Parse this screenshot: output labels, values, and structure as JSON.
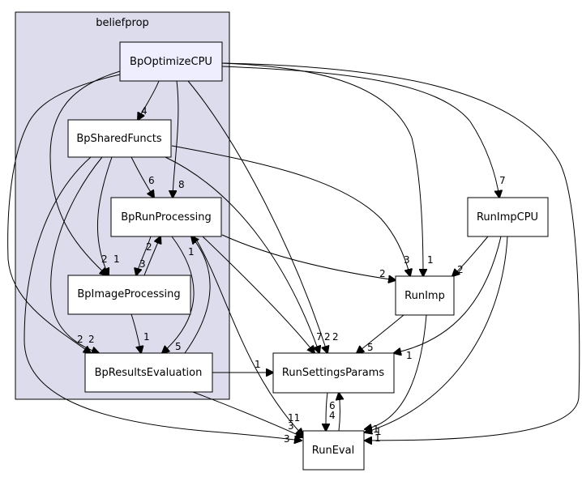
{
  "cluster": {
    "label": "beliefprop"
  },
  "nodes": {
    "optimize": {
      "label": "BpOptimizeCPU"
    },
    "shared": {
      "label": "BpSharedFuncts"
    },
    "runproc": {
      "label": "BpRunProcessing"
    },
    "imgproc": {
      "label": "BpImageProcessing"
    },
    "results": {
      "label": "BpResultsEvaluation"
    },
    "runimpcpu": {
      "label": "RunImpCPU"
    },
    "runimp": {
      "label": "RunImp"
    },
    "settings": {
      "label": "RunSettingsParams"
    },
    "runeval": {
      "label": "RunEval"
    }
  },
  "edge_labels": {
    "opt_shared": "4",
    "opt_runproc": "8",
    "opt_runimpcpu": "7",
    "opt_runimp": "1",
    "opt_img": "2",
    "opt_results": "2",
    "opt_settings": "2",
    "opt_eval": "1",
    "shared_runproc": "6",
    "shared_img": "1",
    "shared_results": "2",
    "shared_settings": "7",
    "shared_runimp": "3",
    "shared_eval": "3",
    "runproc_img": "2",
    "img_runproc": "3",
    "runproc_results": "5",
    "results_runproc": "1",
    "runproc_runimp": "2",
    "runproc_settings": "2",
    "runproc_eval": "11",
    "img_results": "1",
    "results_settings": "1",
    "results_eval": "3",
    "runimpcpu_runimp": "2",
    "runimpcpu_settings": "1",
    "runimpcpu_eval": "1",
    "runimp_settings": "5",
    "runimp_eval": "1",
    "settings_eval": "4",
    "eval_settings": "6"
  }
}
